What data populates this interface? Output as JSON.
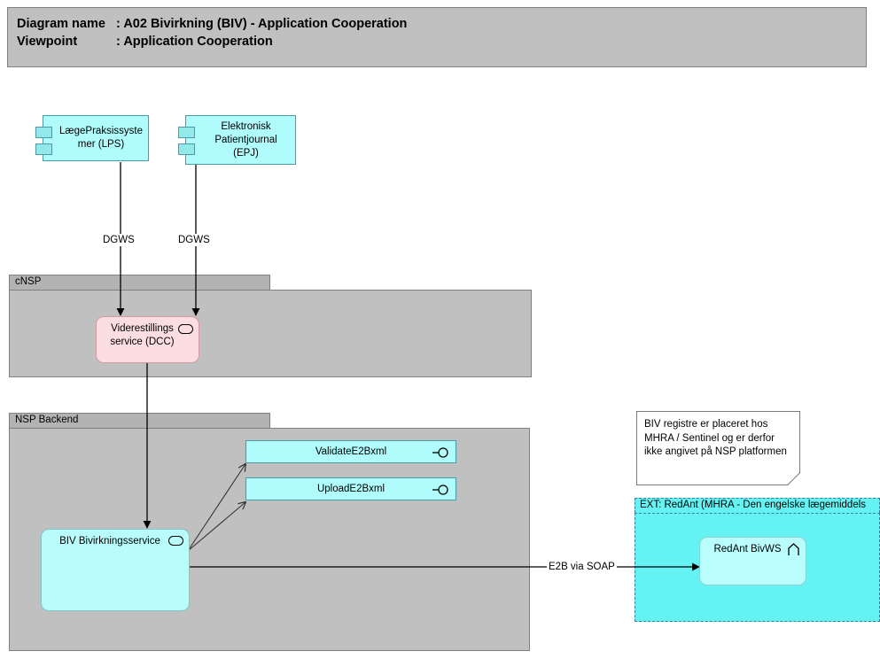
{
  "header": {
    "diagram_name_label": "Diagram name",
    "diagram_name_sep": ": ",
    "diagram_name_value": "A02 Bivirkning (BIV) - Application Cooperation",
    "viewpoint_label": "Viewpoint",
    "viewpoint_sep": ": ",
    "viewpoint_value": "Application Cooperation"
  },
  "colors": {
    "header_bg": "#c0c0c0",
    "group_bg": "#c0c0c0",
    "group_tab_bg": "#b3b3b3",
    "component_fill": "#b0fcfc",
    "component_border": "#4a9aa8",
    "service_pink_fill": "#fcdde2",
    "service_pink_border": "#d49aa4",
    "app_cyan_fill": "#b8fcfc",
    "external_group_fill": "#65f2f2",
    "note_fill": "#ffffff",
    "line": "#000000"
  },
  "components": [
    {
      "id": "lps",
      "label": "LægePraksissyste\nmer (LPS)",
      "icon": "uml-component-icon"
    },
    {
      "id": "epj",
      "label": "Elektronisk\nPatientjournal\n(EPJ)",
      "icon": "uml-component-icon"
    }
  ],
  "groups": [
    {
      "id": "cnsp",
      "title": "cNSP"
    },
    {
      "id": "nsp_backend",
      "title": "NSP Backend"
    }
  ],
  "external_group": {
    "id": "ext_redant",
    "title": "EXT: RedAnt (MHRA - Den engelske lægemiddels",
    "title_truncated": true
  },
  "services": [
    {
      "id": "dcc",
      "label": "Viderestillings\nservice (DCC)",
      "icon": "application-service-oval-icon",
      "style": "pink"
    },
    {
      "id": "biv",
      "label": "BIV Bivirkningsservice",
      "icon": "application-service-oval-icon",
      "style": "cyan"
    },
    {
      "id": "redant_bivws",
      "label": "RedAnt BivWS",
      "icon": "application-component-chevron-icon",
      "style": "cyan-light"
    }
  ],
  "interfaces": [
    {
      "id": "validate",
      "label": "ValidateE2Bxml",
      "icon": "provided-interface-lollipop-icon"
    },
    {
      "id": "upload",
      "label": "UploadE2Bxml",
      "icon": "provided-interface-lollipop-icon"
    }
  ],
  "connections": [
    {
      "id": "lps_dcc",
      "label": "DGWS",
      "from": "lps",
      "to": "dcc",
      "arrow": "filled"
    },
    {
      "id": "epj_dcc",
      "label": "DGWS",
      "from": "epj",
      "to": "dcc",
      "arrow": "filled"
    },
    {
      "id": "dcc_biv",
      "label": "",
      "from": "dcc",
      "to": "biv",
      "arrow": "filled"
    },
    {
      "id": "biv_validate",
      "label": "",
      "from": "biv",
      "to": "validate",
      "arrow": "open"
    },
    {
      "id": "biv_upload",
      "label": "",
      "from": "biv",
      "to": "upload",
      "arrow": "open"
    },
    {
      "id": "biv_redant",
      "label": "E2B via SOAP",
      "from": "biv",
      "to": "redant_bivws",
      "arrow": "filled"
    }
  ],
  "note": {
    "id": "biv_note",
    "lines": [
      "BIV registre er placeret hos",
      "MHRA / Sentinel og er derfor",
      "ikke angivet på NSP platformen"
    ]
  }
}
